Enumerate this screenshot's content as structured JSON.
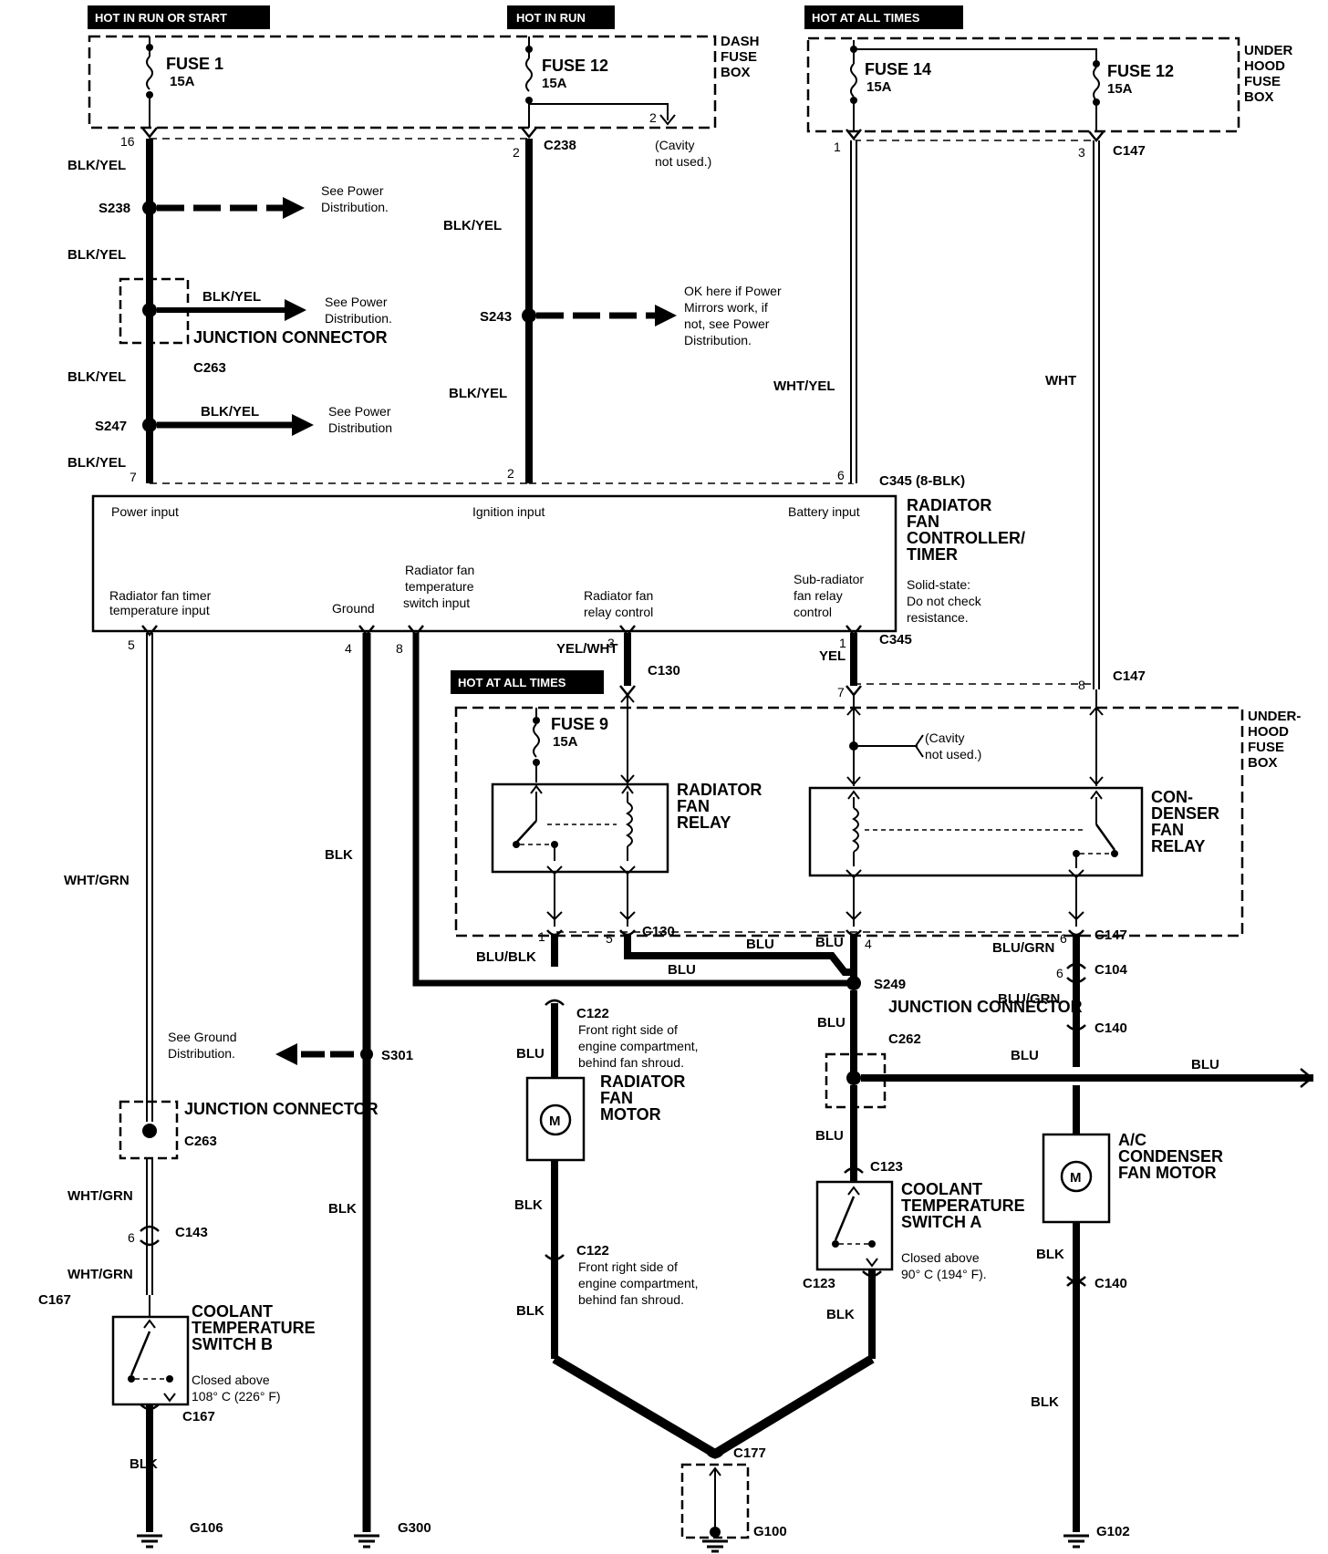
{
  "hot_labels": {
    "run_or_start": "HOT IN RUN OR START",
    "run": "HOT IN RUN",
    "all_times_top": "HOT AT ALL TIMES",
    "all_times_mid": "HOT AT ALL TIMES"
  },
  "fuse_boxes": {
    "dash": "DASH FUSE BOX",
    "under_hood_top": "UNDER HOOD FUSE BOX",
    "under_hood_mid": "UNDER-HOOD FUSE BOX"
  },
  "fuses": {
    "fuse1": {
      "name": "FUSE 1",
      "rating": "15A"
    },
    "fuse12_dash": {
      "name": "FUSE 12",
      "rating": "15A"
    },
    "fuse14": {
      "name": "FUSE 14",
      "rating": "15A"
    },
    "fuse12_hood": {
      "name": "FUSE 12",
      "rating": "15A"
    },
    "fuse9": {
      "name": "FUSE 9",
      "rating": "15A"
    }
  },
  "wires": {
    "blk_yel": "BLK/YEL",
    "wht_yel": "WHT/YEL",
    "wht": "WHT",
    "wht_grn": "WHT/GRN",
    "blk": "BLK",
    "yel_wht": "YEL/WHT",
    "yel": "YEL",
    "blu": "BLU",
    "blu_blk": "BLU/BLK",
    "blu_grn": "BLU/GRN"
  },
  "connectors": {
    "c238": "C238",
    "c147": "C147",
    "c345_8blk": "C345 (8-BLK)",
    "c345": "C345",
    "c130": "C130",
    "c104": "C104",
    "c140": "C140",
    "c122": "C122",
    "c123": "C123",
    "c143": "C143",
    "c167": "C167",
    "c177": "C177",
    "c262": "C262",
    "c263": "C263"
  },
  "splices": {
    "s238": "S238",
    "s243": "S243",
    "s247": "S247",
    "s249": "S249",
    "s301": "S301"
  },
  "grounds": {
    "g106": "G106",
    "g300": "G300",
    "g100": "G100",
    "g102": "G102"
  },
  "notes": {
    "see_power_1": "See Power Distribution.",
    "see_power_2": "See Power Distribution.",
    "see_power_3": "See Power Distribution",
    "ok_here": "OK here if Power Mirrors work, if not, see Power Distribution.",
    "cavity_1": "(Cavity not used.)",
    "cavity_2": "(Cavity not used.)",
    "see_ground": "See Ground Distribution.",
    "c122_loc": "Front right side of engine compartment, behind fan shroud.",
    "closed_a": "Closed above 90° C (194° F).",
    "closed_b": "Closed above 108° C (226° F)",
    "solid_state": "Solid-state: Do not check resistance."
  },
  "controller": {
    "title": "RADIATOR FAN CONTROLLER/ TIMER",
    "power_input": "Power input",
    "ignition_input": "Ignition input",
    "battery_input": "Battery input",
    "timer_temp": "Radiator fan timer temperature input",
    "ground": "Ground",
    "temp_switch": "Radiator fan temperature switch input",
    "relay_control": "Radiator fan relay control",
    "sub_relay": "Sub-radiator fan relay control"
  },
  "components": {
    "junction_connector": "JUNCTION CONNECTOR",
    "radiator_fan_relay": "RADIATOR FAN RELAY",
    "condenser_fan_relay": "CON- DENSER FAN RELAY",
    "radiator_fan_motor": "RADIATOR FAN MOTOR",
    "ac_condenser_motor": "A/C CONDENSER FAN MOTOR",
    "coolant_switch_a": "COOLANT TEMPERATURE SWITCH A",
    "coolant_switch_b": "COOLANT TEMPERATURE SWITCH B",
    "motor_symbol": "M"
  },
  "pins": {
    "p16": "16",
    "p2": "2",
    "p1": "1",
    "p3": "3",
    "p7": "7",
    "p6": "6",
    "p5": "5",
    "p4": "4",
    "p8": "8"
  }
}
